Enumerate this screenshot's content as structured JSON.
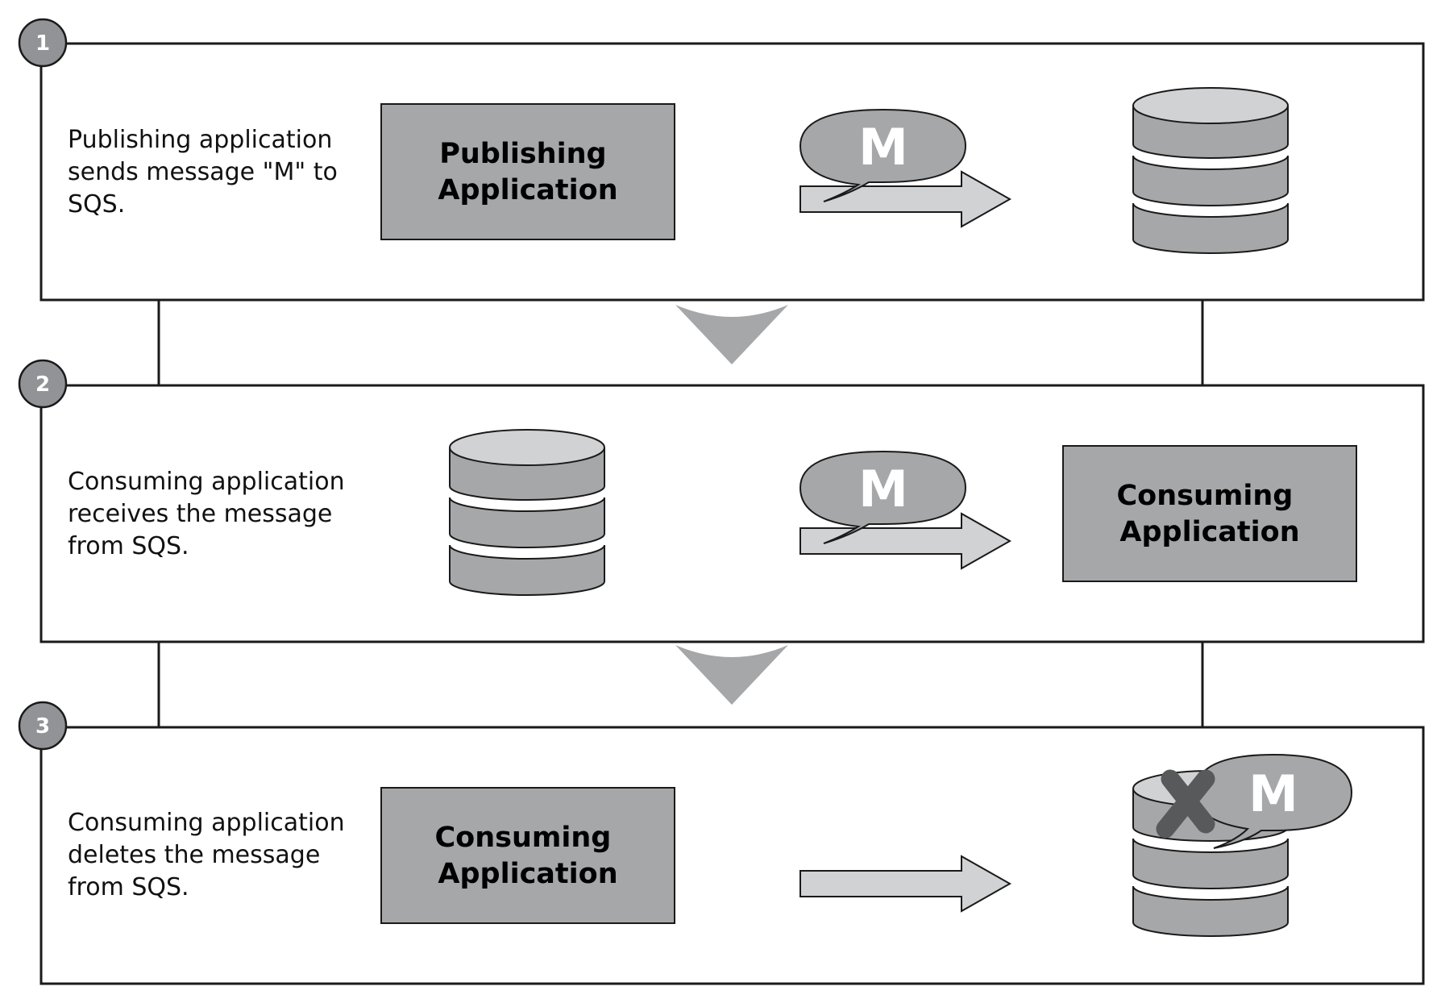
{
  "colors": {
    "app_box": "#a6a7a9",
    "db_body": "#a6a7a9",
    "db_top": "#d1d2d4",
    "arrow": "#d1d2d4",
    "bubble": "#a6a7a9",
    "badge": "#929396",
    "chevron": "#a6a7a9",
    "delete_mark": "#58595b",
    "outline": "#1a1a1a"
  },
  "steps": [
    {
      "number": "1",
      "description": [
        "Publishing application",
        "sends message \"M\" to",
        "SQS."
      ],
      "app": [
        "Publishing",
        "Application"
      ],
      "message": "M"
    },
    {
      "number": "2",
      "description": [
        "Consuming application",
        "receives the message",
        "from SQS."
      ],
      "app": [
        "Consuming",
        "Application"
      ],
      "message": "M"
    },
    {
      "number": "3",
      "description": [
        "Consuming application",
        "deletes the message",
        "from SQS."
      ],
      "app": [
        "Consuming",
        "Application"
      ],
      "message": "M"
    }
  ]
}
